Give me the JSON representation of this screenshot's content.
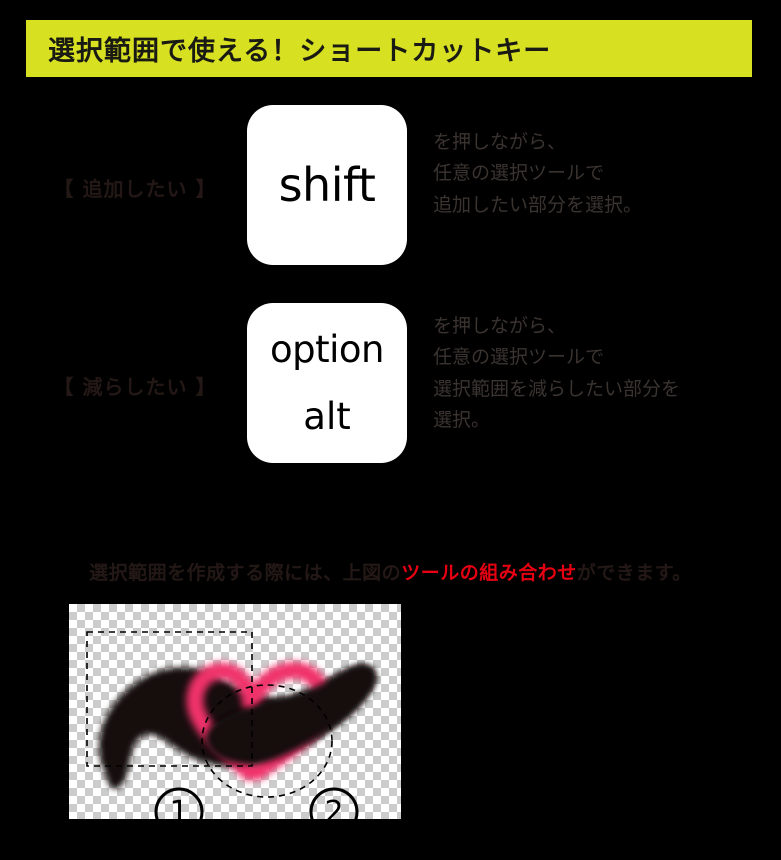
{
  "page": {
    "background_color": "#000000",
    "accent_yellow": "#d7e021",
    "accent_red": "#e60012",
    "text_dark": "#231815"
  },
  "title": {
    "text": "選択範囲で使える！ショートカットキー"
  },
  "rows": [
    {
      "id": "shift",
      "label": "【 追加したい 】",
      "key_main": "shift",
      "key_sub": "",
      "description_lines": [
        "を押しながら、",
        "任意の選択ツールで",
        "追加したい部分を選択。"
      ]
    },
    {
      "id": "option-alt",
      "label": "【 減らしたい 】",
      "key_main": "option",
      "key_sub": "alt",
      "description_lines": [
        "を押しながら、",
        "任意の選択ツールで",
        "選択範囲を減らしたい部分を",
        "選択。"
      ]
    }
  ],
  "caption": {
    "before": "選択範囲を作成する際には、上図の",
    "highlight": "ツールの組み合わせ",
    "after": "ができます。"
  },
  "illustration": {
    "alt": "黒いブラシストロークとピンクのハートに長方形の選択範囲①と楕円の選択範囲②が重なった図",
    "markers": [
      "1",
      "2"
    ],
    "stroke_color": "#120b0b",
    "heart_color": "#f0306a",
    "canvas_checker_light": "#ffffff",
    "canvas_checker_dark": "#cccccc"
  }
}
